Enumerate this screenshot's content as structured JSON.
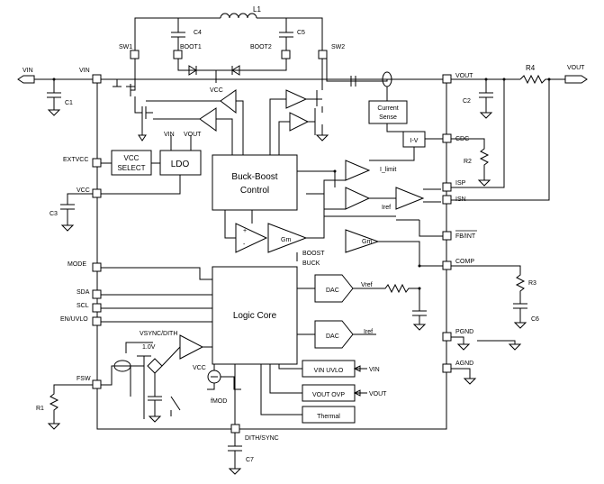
{
  "blocks": {
    "buck_boost_1": "Buck-Boost",
    "buck_boost_2": "Control",
    "logic_core": "Logic Core",
    "vcc_select_1": "VCC",
    "vcc_select_2": "SELECT",
    "ldo": "LDO",
    "current_sense_1": "Current",
    "current_sense_2": "Sense",
    "iv": "I-V",
    "dac_1": "DAC",
    "dac_2": "DAC",
    "vin_uvlo": "VIN UVLO",
    "vout_ovp": "VOUT OVP",
    "thermal": "Thermal",
    "gm_1": "Gm",
    "gm_2": "Gm"
  },
  "pins": {
    "sw1": "SW1",
    "boot1": "BOOT1",
    "boot2": "BOOT2",
    "sw2": "SW2",
    "vin": "VIN",
    "vout": "VOUT",
    "extvcc": "EXTVCC",
    "vcc": "VCC",
    "cdc": "CDC",
    "isp": "ISP",
    "isn": "ISN",
    "fb_int": "FB/INT",
    "comp": "COMP",
    "mode": "MODE",
    "sda": "SDA",
    "scl": "SCL",
    "en_uvlo": "EN/UVLO",
    "fsw": "FSW",
    "pgnd": "PGND",
    "agnd": "AGND",
    "dith_sync": "DITH/SYNC"
  },
  "components": {
    "l1": "L1",
    "c1": "C1",
    "c2": "C2",
    "c3": "C3",
    "c4": "C4",
    "c5": "C5",
    "c6": "C6",
    "c7": "C7",
    "r1": "R1",
    "r2": "R2",
    "r3": "R3",
    "r4": "R4"
  },
  "labels": {
    "vin_ext": "VIN",
    "vout_ext": "VOUT",
    "vcc_diode": "VCC",
    "vin_ldo": "VIN",
    "vout_ldo": "VOUT",
    "i_limit": "I_limit",
    "iref_1": "Iref",
    "iref_2": "Iref",
    "vref": "Vref",
    "boost": "BOOST",
    "buck": "BUCK",
    "vsync_dith": "VSYNC/DITH",
    "one_v": "1.0V",
    "vcc_fmod": "VCC",
    "fmod": "fMOD",
    "vin_uvlo_in": "VIN",
    "vout_ovp_in": "VOUT",
    "plus": "+",
    "minus": "-"
  }
}
